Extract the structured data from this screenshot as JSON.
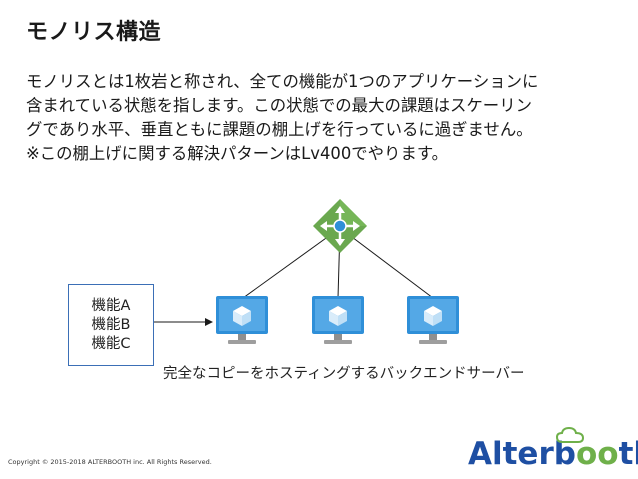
{
  "slide": {
    "title": "モノリス構造",
    "body_lines": [
      "モノリスとは1枚岩と称され、全ての機能が1つのアプリケーションに",
      "含まれている状態を指します。この状態での最大の課題はスケーリン",
      "グであり水平、垂直ともに課題の棚上げを行っているに過ぎません。"
    ],
    "note": "※この棚上げに関する解決パターンはLv400でやります。"
  },
  "diagram": {
    "features": [
      "機能A",
      "機能B",
      "機能C"
    ],
    "caption": "完全なコピーをホスティングするバックエンドサーバー",
    "load_balancer_icon": "load-balancer-icon",
    "server_icon": "vm-monitor-icon",
    "server_count": 3,
    "colors": {
      "lb_green": "#6aa84f",
      "monitor_blue": "#2f8fd8",
      "monitor_dark": "#1f6fb5",
      "box_border": "#3b6fb6",
      "line": "#1a1a1a"
    }
  },
  "footer": {
    "copyright": "Copyright © 2015-2018 ALTERBOOTH inc. All Rights Reserved.",
    "logo_part1": "Alter",
    "logo_part2": "b",
    "logo_part3": "oo",
    "logo_part4": "th",
    "logo_icon": "cloud-icon"
  }
}
